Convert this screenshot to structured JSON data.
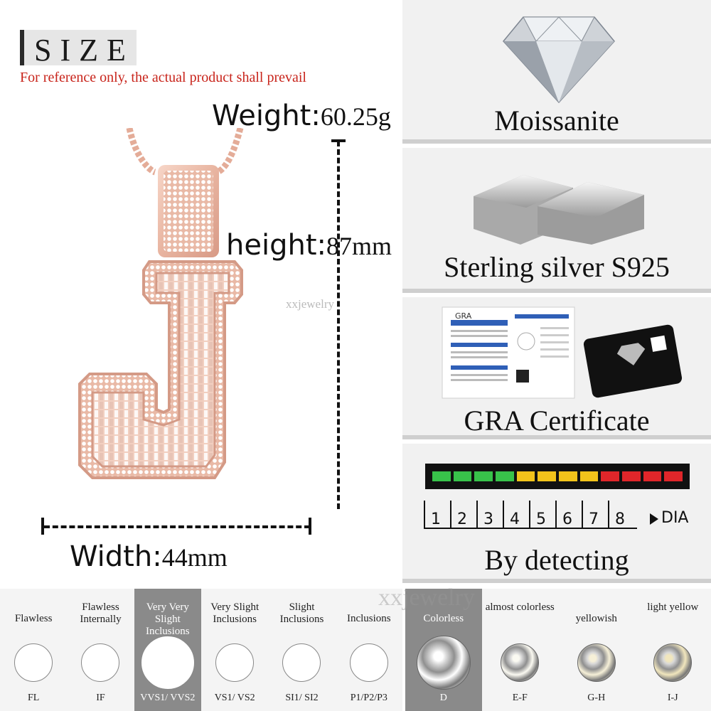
{
  "size_panel": {
    "title": "SIZE",
    "reference_note": "For reference only, the actual product shall prevail",
    "weight_label": "Weight:",
    "weight_value": "60.25g",
    "height_label": "height:",
    "height_value": "87mm",
    "width_label": "Width:",
    "width_value": "44mm",
    "watermark": "xxjewelry"
  },
  "features": {
    "moissanite": "Moissanite",
    "silver": "Sterling silver S925",
    "certificate": "GRA Certificate",
    "certificate_badge": "GRA",
    "detecting": "By detecting"
  },
  "meter": {
    "segment_colors": [
      "#38c24a",
      "#38c24a",
      "#38c24a",
      "#38c24a",
      "#f2c31b",
      "#f2c31b",
      "#f2c31b",
      "#f2c31b",
      "#e0262a",
      "#e0262a",
      "#e0262a",
      "#e0262a"
    ],
    "scale": [
      "1",
      "2",
      "3",
      "4",
      "5",
      "6",
      "7",
      "8"
    ],
    "unit": "DIA"
  },
  "clarity": [
    {
      "title": "Flawless",
      "code": "FL",
      "active": false
    },
    {
      "title": "Flawless Internally",
      "code": "IF",
      "active": false
    },
    {
      "title": "Very Very Slight Inclusions",
      "code": "VVS1/ VVS2",
      "active": true
    },
    {
      "title": "Very Slight Inclusions",
      "code": "VS1/ VS2",
      "active": false
    },
    {
      "title": "Slight Inclusions",
      "code": "SI1/ SI2",
      "active": false
    },
    {
      "title": "Inclusions",
      "code": "P1/P2/P3",
      "active": false
    }
  ],
  "color_grades": [
    {
      "title": "Colorless",
      "code": "D",
      "active": true
    },
    {
      "title": "almost colorless",
      "code": "E-F",
      "active": false
    },
    {
      "title": "yellowish",
      "code": "G-H",
      "active": false
    },
    {
      "title": "light yellow",
      "code": "I-J",
      "active": false
    }
  ],
  "watermark": "xxjewelry"
}
